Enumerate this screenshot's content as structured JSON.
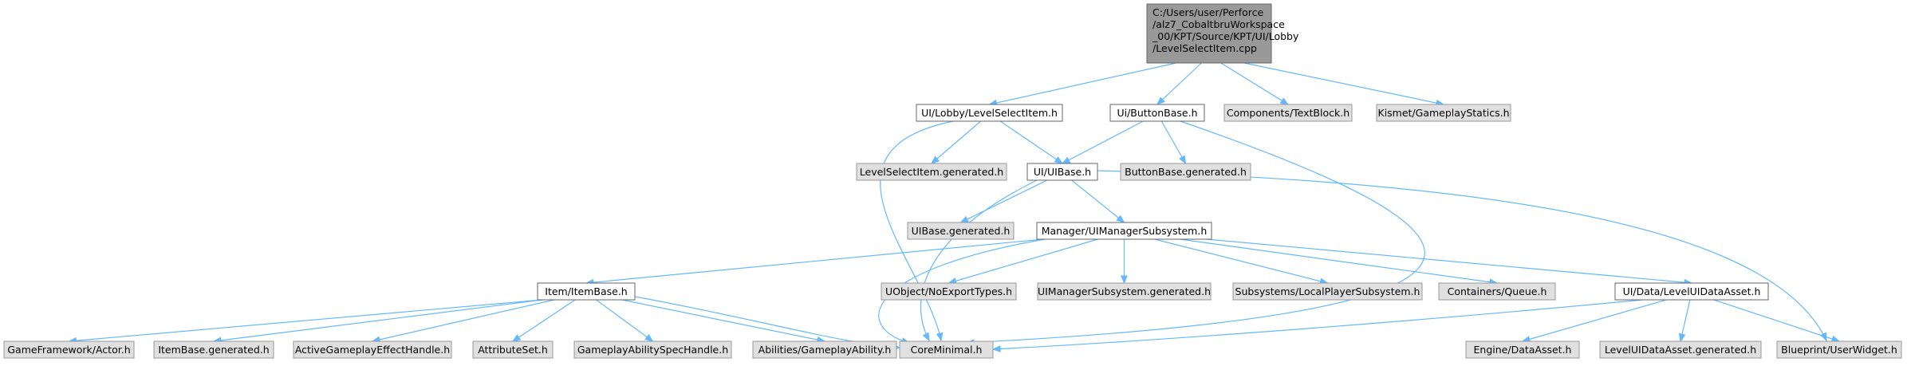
{
  "colors": {
    "root_fill": "#999999",
    "root_border": "#666666",
    "documented_fill": "#ffffff",
    "documented_border": "#666666",
    "external_fill": "#e0e0e0",
    "external_border": "#999999",
    "edge": "#63b8ff"
  },
  "nodes": [
    {
      "id": "root",
      "kind": "root",
      "lines": [
        "C:/Users/user/Perforce",
        "/alz7_CobaltbruWorkspace",
        "_00/KPT/Source/KPT/UI/Lobby",
        "/LevelSelectItem.cpp"
      ]
    },
    {
      "id": "levelselectitem_h",
      "kind": "documented",
      "lines": [
        "UI/Lobby/LevelSelectItem.h"
      ]
    },
    {
      "id": "buttonbase_h",
      "kind": "documented",
      "lines": [
        "Ui/ButtonBase.h"
      ]
    },
    {
      "id": "textblock_h",
      "kind": "external",
      "lines": [
        "Components/TextBlock.h"
      ]
    },
    {
      "id": "gameplaystatics_h",
      "kind": "external",
      "lines": [
        "Kismet/GameplayStatics.h"
      ]
    },
    {
      "id": "levelselectitem_generated_h",
      "kind": "external",
      "lines": [
        "LevelSelectItem.generated.h"
      ]
    },
    {
      "id": "uibase_h",
      "kind": "documented",
      "lines": [
        "UI/UIBase.h"
      ]
    },
    {
      "id": "buttonbase_generated_h",
      "kind": "external",
      "lines": [
        "ButtonBase.generated.h"
      ]
    },
    {
      "id": "uibase_generated_h",
      "kind": "external",
      "lines": [
        "UIBase.generated.h"
      ]
    },
    {
      "id": "uimanagersubsystem_h",
      "kind": "documented",
      "lines": [
        "Manager/UIManagerSubsystem.h"
      ]
    },
    {
      "id": "itembase_h",
      "kind": "documented",
      "lines": [
        "Item/ItemBase.h"
      ]
    },
    {
      "id": "noexporttypes_h",
      "kind": "external",
      "lines": [
        "UObject/NoExportTypes.h"
      ]
    },
    {
      "id": "uimanagersubsystem_generated_h",
      "kind": "external",
      "lines": [
        "UIManagerSubsystem.generated.h"
      ]
    },
    {
      "id": "localplayersubsystem_h",
      "kind": "external",
      "lines": [
        "Subsystems/LocalPlayerSubsystem.h"
      ]
    },
    {
      "id": "queue_h",
      "kind": "external",
      "lines": [
        "Containers/Queue.h"
      ]
    },
    {
      "id": "leveluidataasset_h",
      "kind": "documented",
      "lines": [
        "UI/Data/LevelUIDataAsset.h"
      ]
    },
    {
      "id": "actor_h",
      "kind": "external",
      "lines": [
        "GameFramework/Actor.h"
      ]
    },
    {
      "id": "itembase_generated_h",
      "kind": "external",
      "lines": [
        "ItemBase.generated.h"
      ]
    },
    {
      "id": "activegameplayeffecthandle_h",
      "kind": "external",
      "lines": [
        "ActiveGameplayEffectHandle.h"
      ]
    },
    {
      "id": "attributeset_h",
      "kind": "external",
      "lines": [
        "AttributeSet.h"
      ]
    },
    {
      "id": "gameplayabilityspechandle_h",
      "kind": "external",
      "lines": [
        "GameplayAbilitySpecHandle.h"
      ]
    },
    {
      "id": "gameplayability_h",
      "kind": "external",
      "lines": [
        "Abilities/GameplayAbility.h"
      ]
    },
    {
      "id": "coreminimal_h",
      "kind": "external",
      "lines": [
        "CoreMinimal.h"
      ]
    },
    {
      "id": "dataasset_h",
      "kind": "external",
      "lines": [
        "Engine/DataAsset.h"
      ]
    },
    {
      "id": "leveluidataasset_generated_h",
      "kind": "external",
      "lines": [
        "LevelUIDataAsset.generated.h"
      ]
    },
    {
      "id": "userwidget_h",
      "kind": "external",
      "lines": [
        "Blueprint/UserWidget.h"
      ]
    }
  ],
  "edges": [
    [
      "root",
      "levelselectitem_h"
    ],
    [
      "root",
      "buttonbase_h"
    ],
    [
      "root",
      "textblock_h"
    ],
    [
      "root",
      "gameplaystatics_h"
    ],
    [
      "levelselectitem_h",
      "levelselectitem_generated_h"
    ],
    [
      "levelselectitem_h",
      "uibase_h"
    ],
    [
      "levelselectitem_h",
      "coreminimal_h"
    ],
    [
      "buttonbase_h",
      "uibase_h"
    ],
    [
      "buttonbase_h",
      "buttonbase_generated_h"
    ],
    [
      "buttonbase_h",
      "coreminimal_h"
    ],
    [
      "uibase_h",
      "uibase_generated_h"
    ],
    [
      "uibase_h",
      "uimanagersubsystem_h"
    ],
    [
      "uibase_h",
      "coreminimal_h"
    ],
    [
      "uibase_h",
      "userwidget_h"
    ],
    [
      "uimanagersubsystem_h",
      "itembase_h"
    ],
    [
      "uimanagersubsystem_h",
      "noexporttypes_h"
    ],
    [
      "uimanagersubsystem_h",
      "uimanagersubsystem_generated_h"
    ],
    [
      "uimanagersubsystem_h",
      "localplayersubsystem_h"
    ],
    [
      "uimanagersubsystem_h",
      "queue_h"
    ],
    [
      "uimanagersubsystem_h",
      "leveluidataasset_h"
    ],
    [
      "uimanagersubsystem_h",
      "coreminimal_h"
    ],
    [
      "itembase_h",
      "actor_h"
    ],
    [
      "itembase_h",
      "itembase_generated_h"
    ],
    [
      "itembase_h",
      "activegameplayeffecthandle_h"
    ],
    [
      "itembase_h",
      "attributeset_h"
    ],
    [
      "itembase_h",
      "gameplayabilityspechandle_h"
    ],
    [
      "itembase_h",
      "gameplayability_h"
    ],
    [
      "itembase_h",
      "coreminimal_h"
    ],
    [
      "leveluidataasset_h",
      "dataasset_h"
    ],
    [
      "leveluidataasset_h",
      "leveluidataasset_generated_h"
    ],
    [
      "leveluidataasset_h",
      "userwidget_h"
    ],
    [
      "leveluidataasset_h",
      "coreminimal_h"
    ]
  ]
}
